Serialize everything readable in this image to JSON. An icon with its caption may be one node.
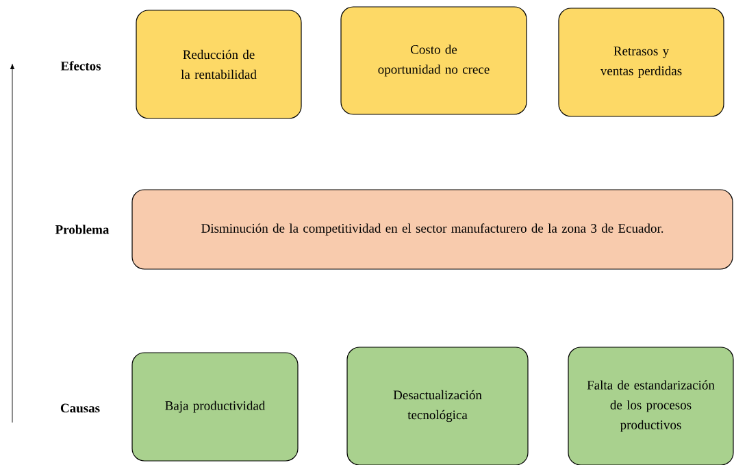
{
  "diagram": {
    "nodes": [
      {
        "text": [
          "Reducción de la rentabilidad"
        ]
      },
      {
        "text": [
          "Costo de oportunidad no crece"
        ]
      },
      {
        "text": [
          "Retrasos y ventas perdidas"
        ]
      },
      {
        "text": [
          "Disminución de la competitividad en el sector manufacturero de la zona 3 de Ecuador."
        ]
      },
      {
        "text": [
          "Baja productividad"
        ]
      },
      {
        "text": [
          "Desactualización tecnológica"
        ]
      },
      {
        "text": [
          "Falta de estandarización de los procesos productivos"
        ]
      }
    ],
    "labels": [
      "Efectos",
      "Problema",
      "Causas"
    ]
  }
}
